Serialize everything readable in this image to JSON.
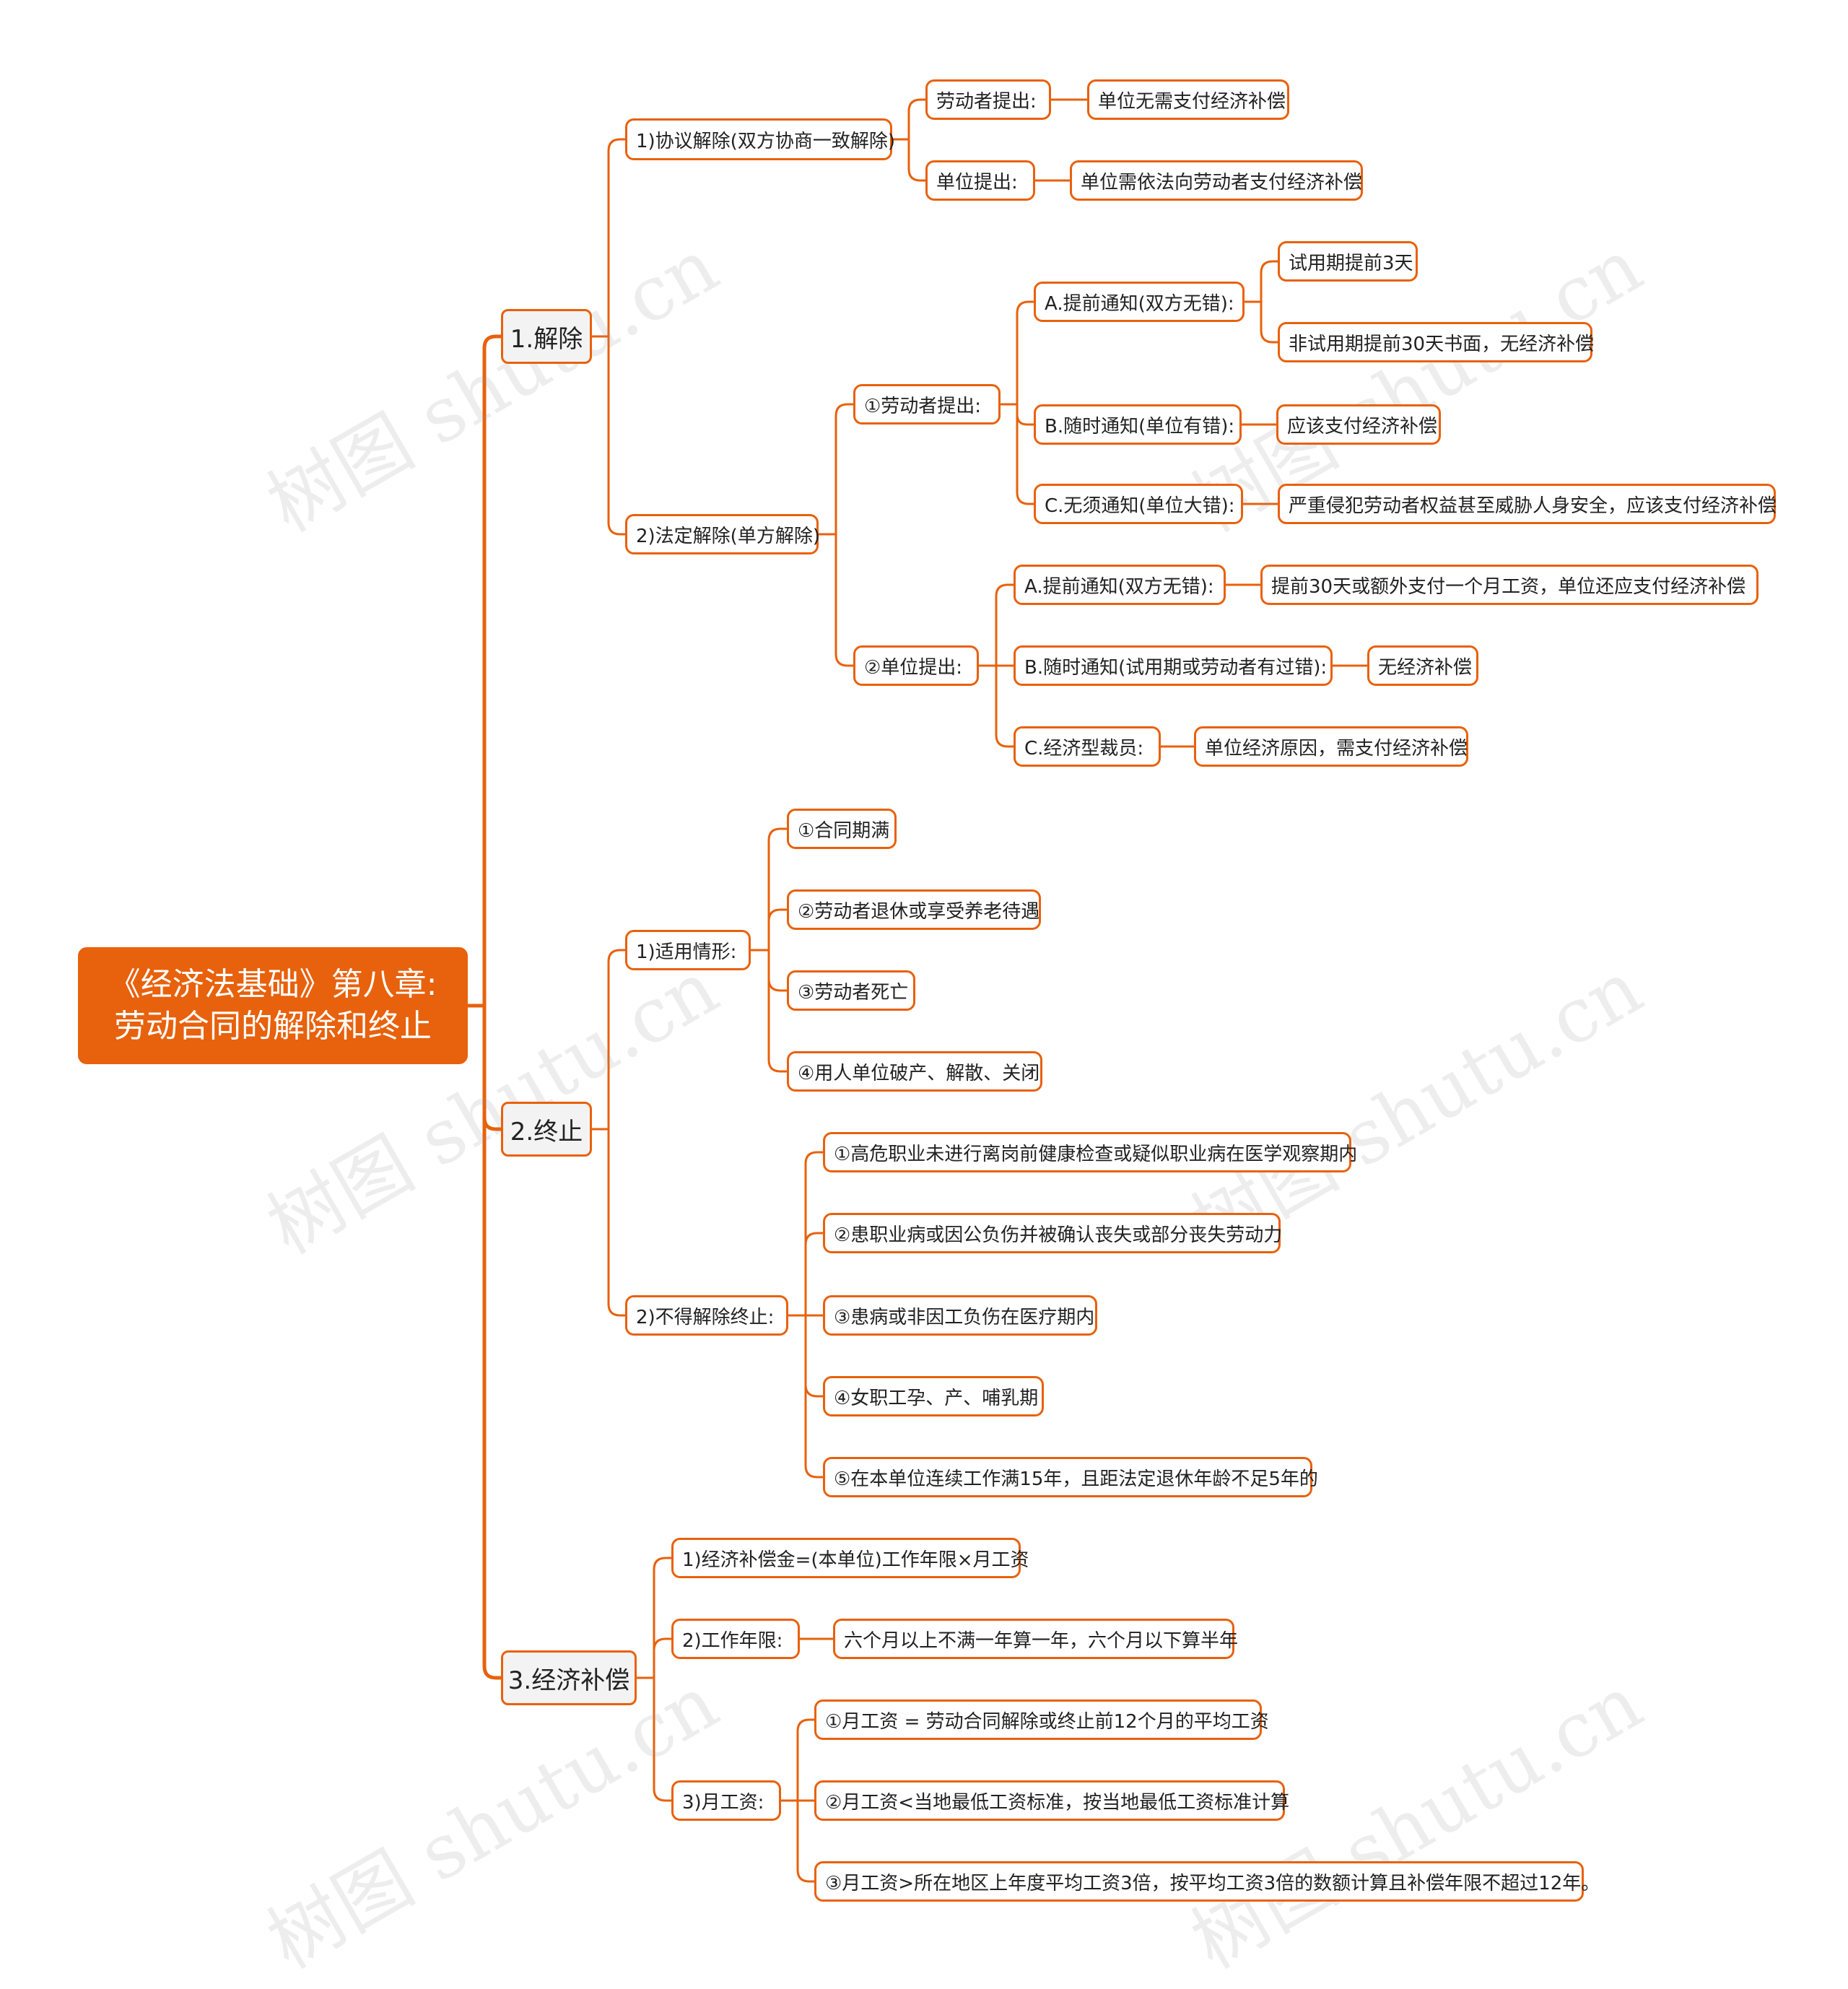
{
  "watermark": "树图 shutu.cn",
  "accent_color": "#e8610c",
  "root": {
    "line1": "《经济法基础》第八章:",
    "line2": "劳动合同的解除和终止"
  },
  "nodes": {
    "n1": "1.解除",
    "n1_1": "1)协议解除(双方协商一致解除)",
    "n1_1a": "劳动者提出:",
    "n1_1a_r": "单位无需支付经济补偿",
    "n1_1b": "单位提出:",
    "n1_1b_r": "单位需依法向劳动者支付经济补偿",
    "n1_2": "2)法定解除(单方解除)",
    "n1_2a": "①劳动者提出:",
    "n1_2aA": "A.提前通知(双方无错):",
    "n1_2aA1": "试用期提前3天",
    "n1_2aA2": "非试用期提前30天书面，无经济补偿",
    "n1_2aB": "B.随时通知(单位有错):",
    "n1_2aB1": "应该支付经济补偿",
    "n1_2aC": "C.无须通知(单位大错):",
    "n1_2aC1": "严重侵犯劳动者权益甚至威胁人身安全，应该支付经济补偿",
    "n1_2b": "②单位提出:",
    "n1_2bA": "A.提前通知(双方无错):",
    "n1_2bA1": "提前30天或额外支付一个月工资，单位还应支付经济补偿",
    "n1_2bB": "B.随时通知(试用期或劳动者有过错):",
    "n1_2bB1": "无经济补偿",
    "n1_2bC": "C.经济型裁员:",
    "n1_2bC1": "单位经济原因，需支付经济补偿",
    "n2": "2.终止",
    "n2_1": "1)适用情形:",
    "n2_1a": "①合同期满",
    "n2_1b": "②劳动者退休或享受养老待遇",
    "n2_1c": "③劳动者死亡",
    "n2_1d": "④用人单位破产、解散、关闭",
    "n2_2": "2)不得解除终止:",
    "n2_2a": "①高危职业未进行离岗前健康检查或疑似职业病在医学观察期内",
    "n2_2b": "②患职业病或因公负伤并被确认丧失或部分丧失劳动力",
    "n2_2c": "③患病或非因工负伤在医疗期内",
    "n2_2d": "④女职工孕、产、哺乳期",
    "n2_2e": "⑤在本单位连续工作满15年，且距法定退休年龄不足5年的",
    "n3": "3.经济补偿",
    "n3_1": "1)经济补偿金=(本单位)工作年限×月工资",
    "n3_2": "2)工作年限:",
    "n3_2a": "六个月以上不满一年算一年，六个月以下算半年",
    "n3_3": "3)月工资:",
    "n3_3a": "①月工资 = 劳动合同解除或终止前12个月的平均工资",
    "n3_3b": "②月工资<当地最低工资标准，按当地最低工资标准计算",
    "n3_3c": "③月工资>所在地区上年度平均工资3倍，按平均工资3倍的数额计算且补偿年限不超过12年。"
  }
}
